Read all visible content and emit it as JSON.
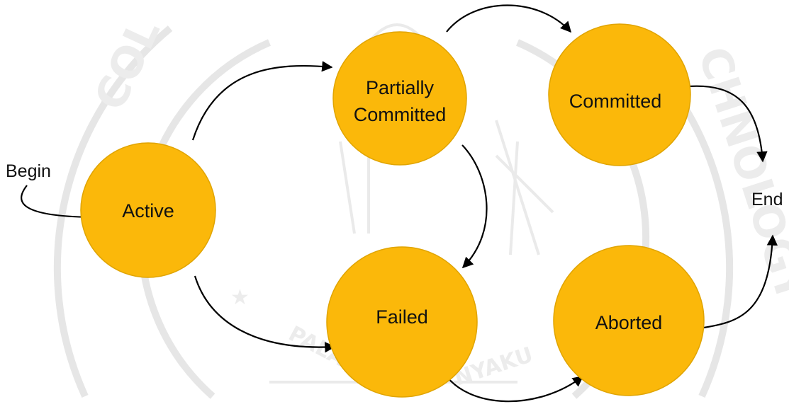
{
  "colors": {
    "state_fill": "#fbb80a",
    "edge": "#000000",
    "watermark": "#e6e6e6"
  },
  "states": {
    "active": "Active",
    "partially_committed_line1": "Partially",
    "partially_committed_line2": "Committed",
    "committed": "Committed",
    "failed": "Failed",
    "aborted": "Aborted"
  },
  "terminals": {
    "begin": "Begin",
    "end": "End"
  },
  "watermark": {
    "left_text": "COL",
    "right_text": "CHNOLOGY",
    "bottom_text": "PALA",
    "bottom_right_text": "NYAKU",
    "star": "★"
  }
}
